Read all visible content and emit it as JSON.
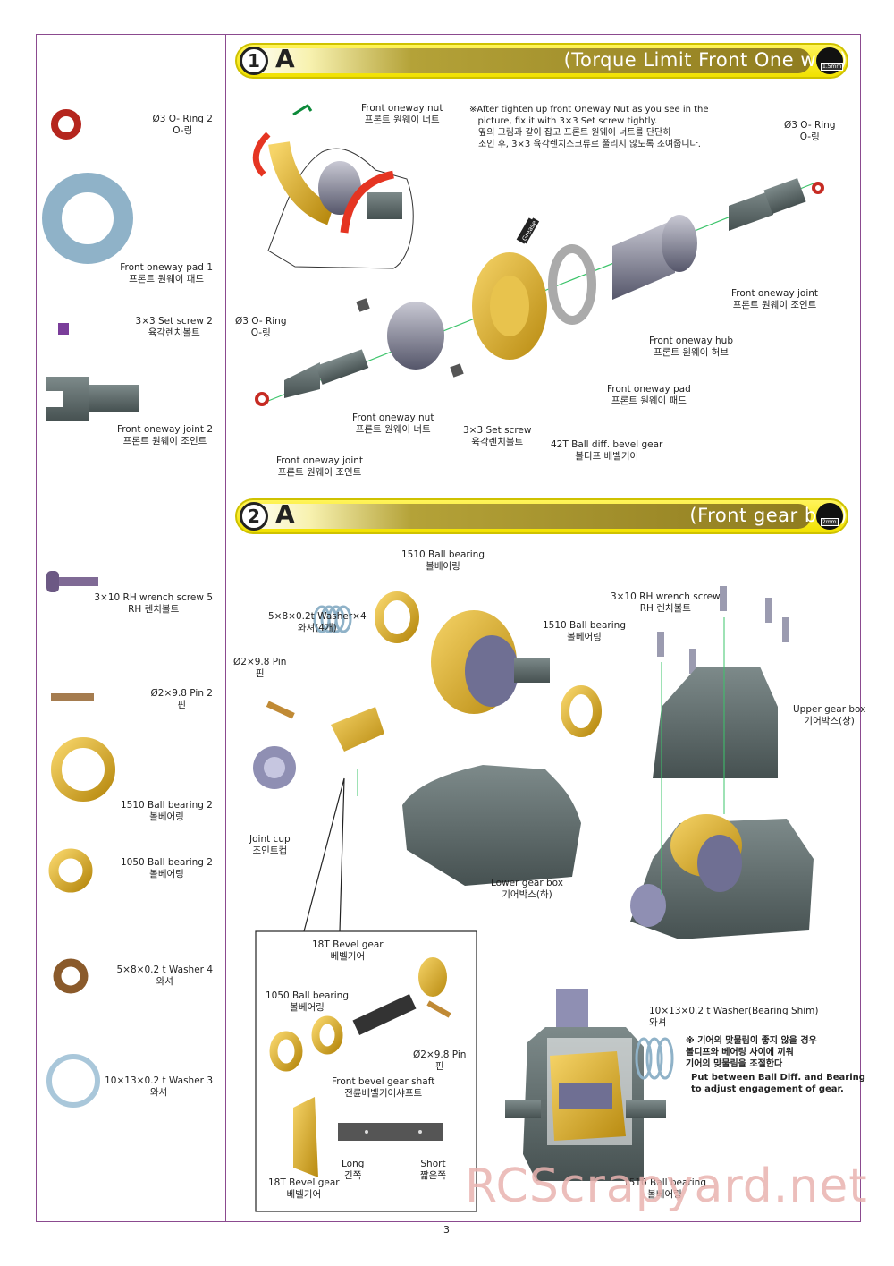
{
  "page_number": "3",
  "watermark": "RCScrapyard.net",
  "parts_list": [
    {
      "name": "Ø3 O- Ring  2",
      "name_ko": "O-링",
      "icon": "o-ring-icon"
    },
    {
      "name": "Front oneway pad  1",
      "name_ko": "프론트 원웨이 패드",
      "icon": "oneway-pad-icon"
    },
    {
      "name": "3×3 Set screw  2",
      "name_ko": "육각렌치볼트",
      "icon": "set-screw-icon"
    },
    {
      "name": "Front oneway joint  2",
      "name_ko": "프론트 원웨이 조인트",
      "icon": "oneway-joint-icon"
    },
    {
      "name": "3×10 RH wrench screw  5",
      "name_ko": "RH 렌치볼트",
      "icon": "wrench-screw-icon"
    },
    {
      "name": "Ø2×9.8 Pin  2",
      "name_ko": "핀",
      "icon": "pin-icon"
    },
    {
      "name": "1510 Ball bearing  2",
      "name_ko": "볼베어링",
      "icon": "ball-bearing-1510-icon"
    },
    {
      "name": "1050 Ball bearing  2",
      "name_ko": "볼베어링",
      "icon": "ball-bearing-1050-icon"
    },
    {
      "name": "5×8×0.2 t Washer  4",
      "name_ko": "와셔",
      "icon": "washer-5x8-icon"
    },
    {
      "name": "10×13×0.2 t Washer  3",
      "name_ko": "와셔",
      "icon": "washer-10x13-icon"
    }
  ],
  "step1": {
    "number": "1",
    "letter": "A",
    "title": "(Torque Limit Front One way)",
    "tool": "1.5mm",
    "note_en": "※After tighten up front Oneway Nut as you see in the\n   picture, fix it with 3×3 Set screw tightly.",
    "note_ko": "옆의 그림과 같이 잡고 프론트 원웨이 너트를 단단히\n조인 후, 3×3 육각렌치스크류로 풀리지 않도록 조여줍니다.",
    "labels": [
      {
        "en": "Front oneway nut",
        "ko": "프론트 원웨이 너트"
      },
      {
        "en": "Ø3 O- Ring",
        "ko": "O-링"
      },
      {
        "en": "Front oneway joint",
        "ko": "프론트 원웨이 조인트"
      },
      {
        "en": "Front oneway hub",
        "ko": "프론트 원웨이 허브"
      },
      {
        "en": "Front oneway pad",
        "ko": "프론트 원웨이 패드"
      },
      {
        "en": "42T Ball diff. bevel gear",
        "ko": "볼디프 베벨기어"
      },
      {
        "en": "3×3 Set screw",
        "ko": "육각렌치볼트"
      },
      {
        "en": "Front oneway nut",
        "ko": "프론트 원웨이 너트"
      },
      {
        "en": "Front oneway joint",
        "ko": "프론트 원웨이 조인트"
      },
      {
        "en": "Ø3 O- Ring",
        "ko": "O-링"
      }
    ],
    "grease": "Grease"
  },
  "step2": {
    "number": "2",
    "letter": "A",
    "title": "(Front gear box)",
    "tool": "2mm",
    "labels": [
      {
        "en": "1510 Ball bearing",
        "ko": "볼베어링"
      },
      {
        "en": "5×8×0.2t Washer×4",
        "ko": "와셔(4개)"
      },
      {
        "en": "Ø2×9.8 Pin",
        "ko": "핀"
      },
      {
        "en": "1510 Ball bearing",
        "ko": "볼베어링"
      },
      {
        "en": "Joint cup",
        "ko": "조인트컵"
      },
      {
        "en": "Lower gear box",
        "ko": "기어박스(하)"
      },
      {
        "en": "3×10 RH wrench screw",
        "ko": "RH 렌치볼트"
      },
      {
        "en": "Upper gear box",
        "ko": "기어박스(상)"
      }
    ],
    "detail_labels": [
      {
        "en": "18T Bevel gear",
        "ko": "베벨기어"
      },
      {
        "en": "1050 Ball bearing",
        "ko": "볼베어링"
      },
      {
        "en": "Ø2×9.8 Pin",
        "ko": "핀"
      },
      {
        "en": "Front bevel gear shaft",
        "ko": "전륜베벨기어샤프트"
      },
      {
        "en": "Long",
        "ko": "긴쪽"
      },
      {
        "en": "Short",
        "ko": "짧은쪽"
      },
      {
        "en": "18T Bevel gear",
        "ko": "베벨기어"
      }
    ],
    "shim": {
      "en": "10×13×0.2 t Washer(Bearing Shim)",
      "ko": "와셔"
    },
    "shim_note_ko": "※ 기어의 맞물림이 좋지 않을 경우\n볼디프와 베어링 사이에 끼워\n기어의 맞물림을 조절한다",
    "shim_note_en": "Put between Ball Diff. and Bearing\nto adjust engagement of gear.",
    "bottom_bearing": {
      "en": "1510 Ball bearing",
      "ko": "볼베어링"
    }
  },
  "colors": {
    "frame": "#8b4a8f",
    "banner": "#f1e100",
    "gold": "#d4a017",
    "grey": "#5f6b6b",
    "blue": "#8fb2c8"
  }
}
